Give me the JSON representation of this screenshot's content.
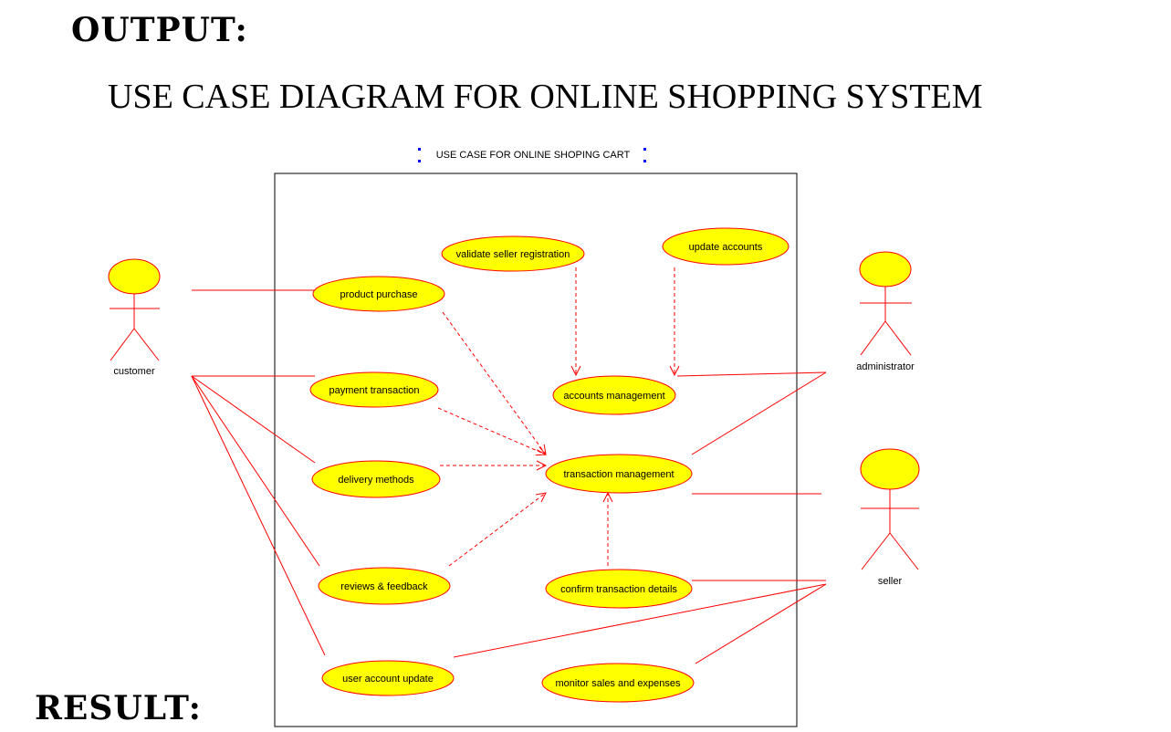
{
  "headings": {
    "output": "OUTPUT:",
    "result": "RESULT:"
  },
  "page_title": "USE CASE DIAGRAM FOR ONLINE SHOPPING SYSTEM",
  "diagram": {
    "boundary_label": "USE CASE FOR ONLINE SHOPING CART",
    "actors": {
      "customer": "customer",
      "administrator": "administrator",
      "seller": "seller"
    },
    "use_cases": {
      "validate_seller_registration": "validate seller registration",
      "update_accounts": "update accounts",
      "product_purchase": "product purchase",
      "payment_transaction": "payment transaction",
      "accounts_management": "accounts management",
      "delivery_methods": "delivery methods",
      "transaction_management": "transaction management",
      "reviews_feedback": "reviews & feedback",
      "confirm_transaction_details": "confirm transaction details",
      "user_account_update": "user account update",
      "monitor_sales_expenses": "monitor sales and expenses"
    },
    "colors": {
      "use_case_fill": "#ffff00",
      "line": "#ff0000",
      "boundary": "#000000",
      "selection_handle": "#0000ff"
    }
  }
}
